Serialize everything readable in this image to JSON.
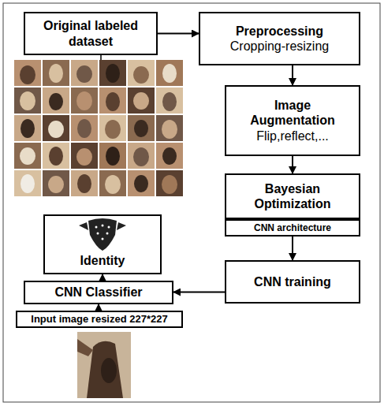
{
  "diagram": {
    "nodes": [
      {
        "text": [
          "Original labeled dataset"
        ]
      },
      {
        "text": [
          "Preprocessing",
          "Cropping-resizing"
        ]
      },
      {
        "text": [
          "Image Augmentation",
          "Flip,reflect,..."
        ]
      },
      {
        "text": [
          "Bayesian Optimization"
        ]
      },
      {
        "text": [
          "CNN architecture"
        ]
      },
      {
        "text": [
          "CNN training"
        ]
      },
      {
        "text": [
          "Identity"
        ]
      },
      {
        "text": [
          "CNN Classifier"
        ]
      },
      {
        "text": [
          "Input image resized 227*227"
        ]
      }
    ],
    "edges": [
      {
        "from": 0,
        "to": 1,
        "arrow": "to"
      },
      {
        "from": 1,
        "to": 2,
        "arrow": "to"
      },
      {
        "from": 2,
        "to": 3,
        "arrow": "to"
      },
      {
        "from": 4,
        "to": 5,
        "arrow": "to"
      },
      {
        "from": 5,
        "to": 7,
        "arrow": "to"
      },
      {
        "from": 8,
        "to": 7,
        "arrow": "to"
      },
      {
        "from": 7,
        "to": 6,
        "arrow": "to"
      }
    ]
  }
}
